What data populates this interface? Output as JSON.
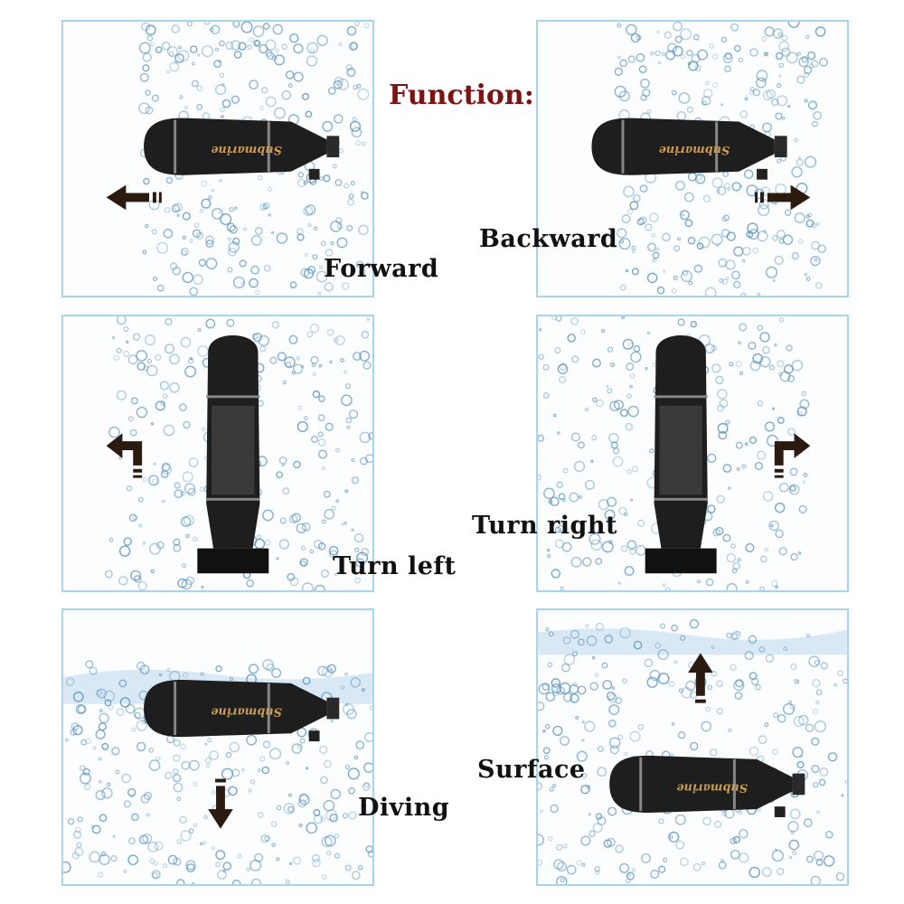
{
  "title": "Function:",
  "panels": [
    {
      "label": "Forward",
      "sub_text": "Submarine",
      "arrow": "left"
    },
    {
      "label": "Backward",
      "sub_text": "Submarine",
      "arrow": "right"
    },
    {
      "label": "Turn left",
      "arrow": "turn-left"
    },
    {
      "label": "Turn right",
      "arrow": "turn-right"
    },
    {
      "label": "Diving",
      "sub_text": "Submarine",
      "arrow": "down"
    },
    {
      "label": "Surface",
      "sub_text": "Submarine",
      "arrow": "up"
    }
  ],
  "colors": {
    "border": "#a9d5ea",
    "title": "#7a1414",
    "bubble": "#5b93bd"
  }
}
